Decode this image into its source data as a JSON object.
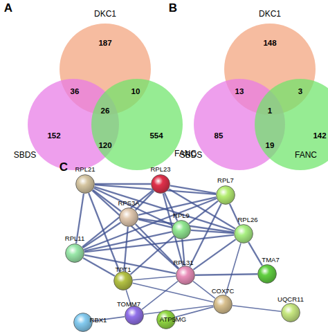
{
  "diagram": {
    "nodes": [
      {
        "text": [
          "DKC1"
        ]
      },
      {
        "text": [
          "SBDS"
        ]
      },
      {
        "text": [
          "FANC"
        ]
      },
      {
        "text": [
          "DKC1"
        ]
      },
      {
        "text": [
          "SBDS"
        ]
      },
      {
        "text": [
          "FANC"
        ]
      },
      {
        "text": [
          "RPL21"
        ]
      },
      {
        "text": [
          "RPL23"
        ]
      },
      {
        "text": [
          "RPL7"
        ]
      },
      {
        "text": [
          "RPS3A"
        ]
      },
      {
        "text": [
          "RPL9"
        ]
      },
      {
        "text": [
          "RPL26"
        ]
      },
      {
        "text": [
          "RPL11"
        ]
      },
      {
        "text": [
          "TMA7"
        ]
      },
      {
        "text": [
          "RPL31"
        ]
      },
      {
        "text": [
          "TPT1"
        ]
      },
      {
        "text": [
          "COX7C"
        ]
      },
      {
        "text": [
          "UQCR11"
        ]
      },
      {
        "text": [
          "TOMM7"
        ]
      },
      {
        "text": [
          "ATP5MG"
        ]
      },
      {
        "text": [
          "RBX1"
        ]
      }
    ],
    "edges": [
      {
        "from": 6,
        "to": 7,
        "arrow": "none"
      },
      {
        "from": 6,
        "to": 9,
        "arrow": "none"
      },
      {
        "from": 6,
        "to": 12,
        "arrow": "none"
      },
      {
        "from": 6,
        "to": 10,
        "arrow": "none"
      },
      {
        "from": 6,
        "to": 14,
        "arrow": "none"
      },
      {
        "from": 6,
        "to": 11,
        "arrow": "none"
      },
      {
        "from": 6,
        "to": 8,
        "arrow": "none"
      },
      {
        "from": 6,
        "to": 15,
        "arrow": "none"
      },
      {
        "from": 7,
        "to": 8,
        "arrow": "none"
      },
      {
        "from": 7,
        "to": 9,
        "arrow": "none"
      },
      {
        "from": 7,
        "to": 10,
        "arrow": "none"
      },
      {
        "from": 7,
        "to": 11,
        "arrow": "none"
      },
      {
        "from": 7,
        "to": 12,
        "arrow": "none"
      },
      {
        "from": 7,
        "to": 14,
        "arrow": "none"
      },
      {
        "from": 8,
        "to": 11,
        "arrow": "none"
      },
      {
        "from": 8,
        "to": 9,
        "arrow": "none"
      },
      {
        "from": 8,
        "to": 10,
        "arrow": "none"
      },
      {
        "from": 8,
        "to": 12,
        "arrow": "none"
      },
      {
        "from": 8,
        "to": 14,
        "arrow": "none"
      },
      {
        "from": 11,
        "to": 10,
        "arrow": "none"
      },
      {
        "from": 11,
        "to": 9,
        "arrow": "none"
      },
      {
        "from": 11,
        "to": 14,
        "arrow": "none"
      },
      {
        "from": 11,
        "to": 13,
        "arrow": "none"
      },
      {
        "from": 11,
        "to": 12,
        "arrow": "none"
      },
      {
        "from": 11,
        "to": 16,
        "arrow": "none"
      },
      {
        "from": 9,
        "to": 10,
        "arrow": "none"
      },
      {
        "from": 9,
        "to": 12,
        "arrow": "none"
      },
      {
        "from": 9,
        "to": 14,
        "arrow": "none"
      },
      {
        "from": 9,
        "to": 15,
        "arrow": "none"
      },
      {
        "from": 10,
        "to": 12,
        "arrow": "none"
      },
      {
        "from": 10,
        "to": 14,
        "arrow": "none"
      },
      {
        "from": 10,
        "to": 15,
        "arrow": "none"
      },
      {
        "from": 12,
        "to": 14,
        "arrow": "none"
      },
      {
        "from": 12,
        "to": 15,
        "arrow": "none"
      },
      {
        "from": 15,
        "to": 14,
        "arrow": "none"
      },
      {
        "from": 15,
        "to": 18,
        "arrow": "none"
      },
      {
        "from": 15,
        "to": 16,
        "arrow": "none"
      },
      {
        "from": 14,
        "to": 18,
        "arrow": "none"
      },
      {
        "from": 14,
        "to": 16,
        "arrow": "none"
      },
      {
        "from": 14,
        "to": 13,
        "arrow": "none"
      },
      {
        "from": 18,
        "to": 20,
        "arrow": "none"
      },
      {
        "from": 18,
        "to": 16,
        "arrow": "none"
      },
      {
        "from": 16,
        "to": 17,
        "arrow": "none"
      },
      {
        "from": 16,
        "to": 19,
        "arrow": "none"
      }
    ],
    "labels": [
      "A",
      "187",
      "36",
      "10",
      "26",
      "152",
      "120",
      "554",
      "B",
      "148",
      "13",
      "3",
      "1",
      "85",
      "19",
      "142",
      "C"
    ]
  }
}
